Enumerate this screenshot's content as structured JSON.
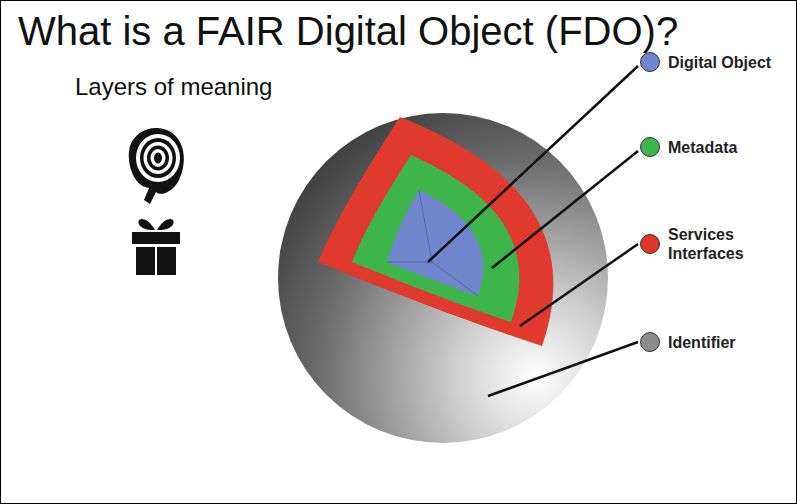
{
  "diagram": {
    "title": "What is a FAIR Digital Object (FDO)?",
    "labels": [
      "Layers of meaning"
    ],
    "legend": [
      {
        "text": "Digital Object",
        "color": "#6f86cc"
      },
      {
        "text": "Metadata",
        "color": "#3db54a"
      },
      {
        "text": "Services Interfaces",
        "color": "#e1352c"
      },
      {
        "text": "Identifier",
        "color": "#8c8c8c"
      }
    ]
  }
}
